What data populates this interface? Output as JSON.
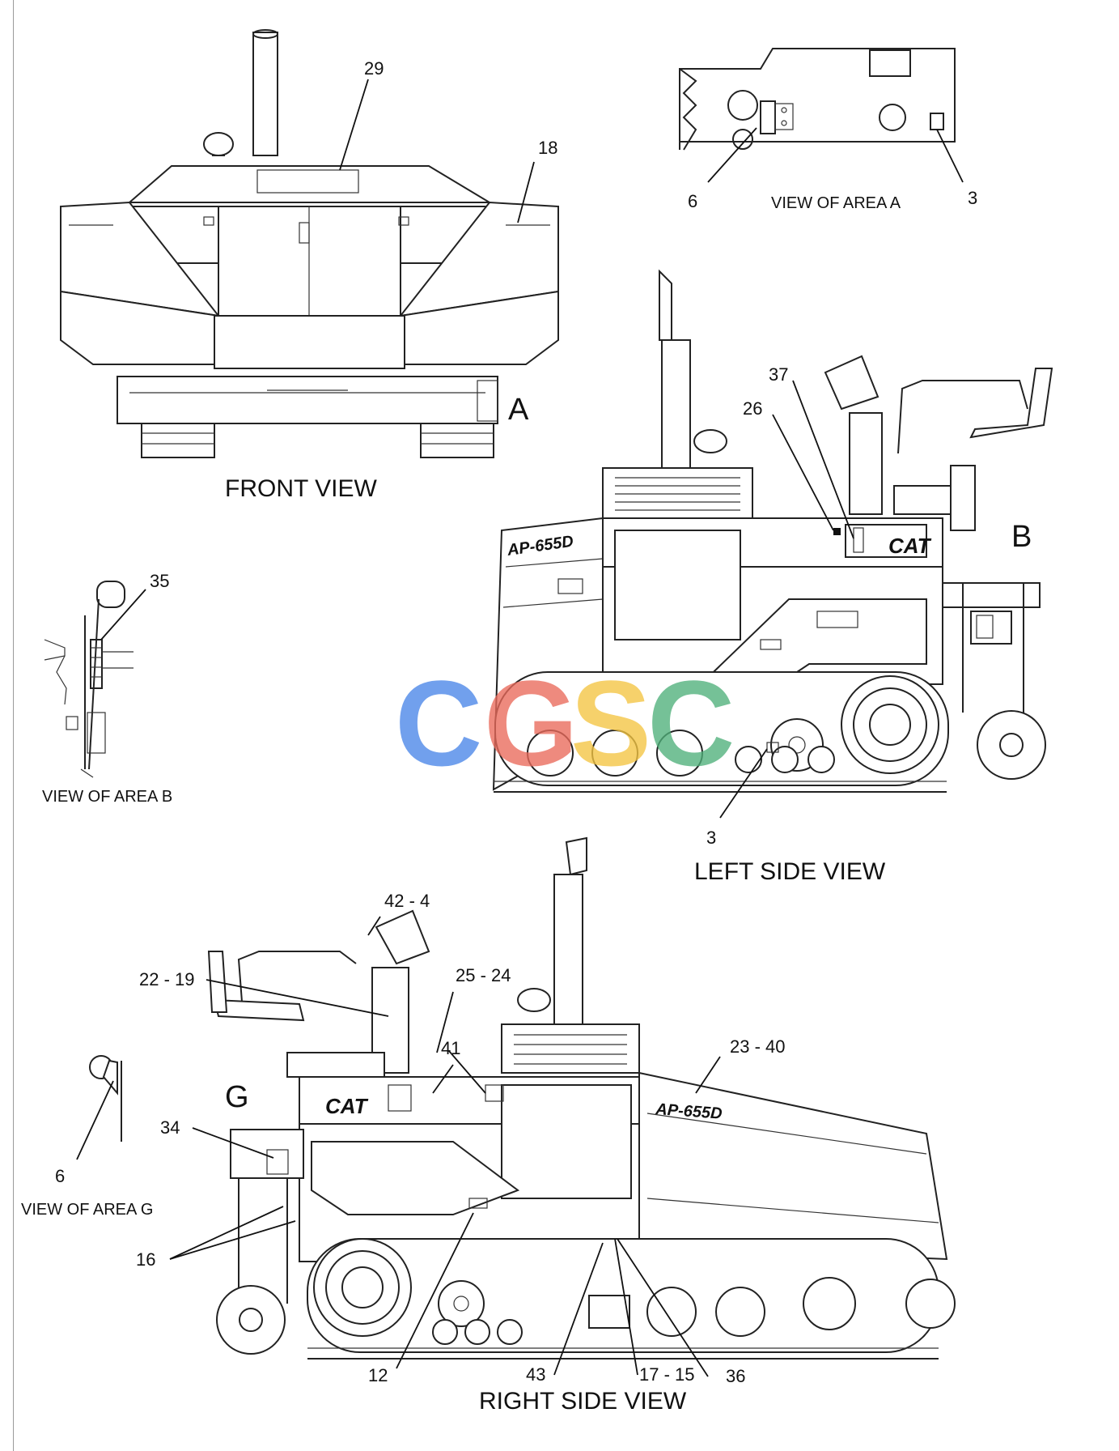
{
  "watermark": {
    "letters": [
      "C",
      "G",
      "S",
      "C"
    ],
    "colors": [
      "#4a86e8",
      "#ea6a5b",
      "#f4c542",
      "#4fb07a"
    ]
  },
  "views": {
    "front": "FRONT VIEW",
    "left_side": "LEFT SIDE VIEW",
    "right_side": "RIGHT SIDE VIEW",
    "area_a": "VIEW OF AREA A",
    "area_b": "VIEW OF AREA B",
    "area_g": "VIEW OF AREA G"
  },
  "area_letters": {
    "a": "A",
    "b": "B",
    "g": "G"
  },
  "decals": {
    "model": "AP-655D",
    "brand": "CAT"
  },
  "callouts": {
    "c29": "29",
    "c18": "18",
    "a6": "6",
    "a3": "3",
    "c37": "37",
    "c26": "26",
    "c35": "35",
    "l3": "3",
    "c42_4": "42 - 4",
    "c22_19": "22 - 19",
    "c25_24": "25 - 24",
    "c41": "41",
    "c23_40": "23 - 40",
    "c34": "34",
    "g6": "6",
    "c16": "16",
    "c12": "12",
    "c43": "43",
    "c17_15": "17 - 15",
    "c36": "36"
  }
}
